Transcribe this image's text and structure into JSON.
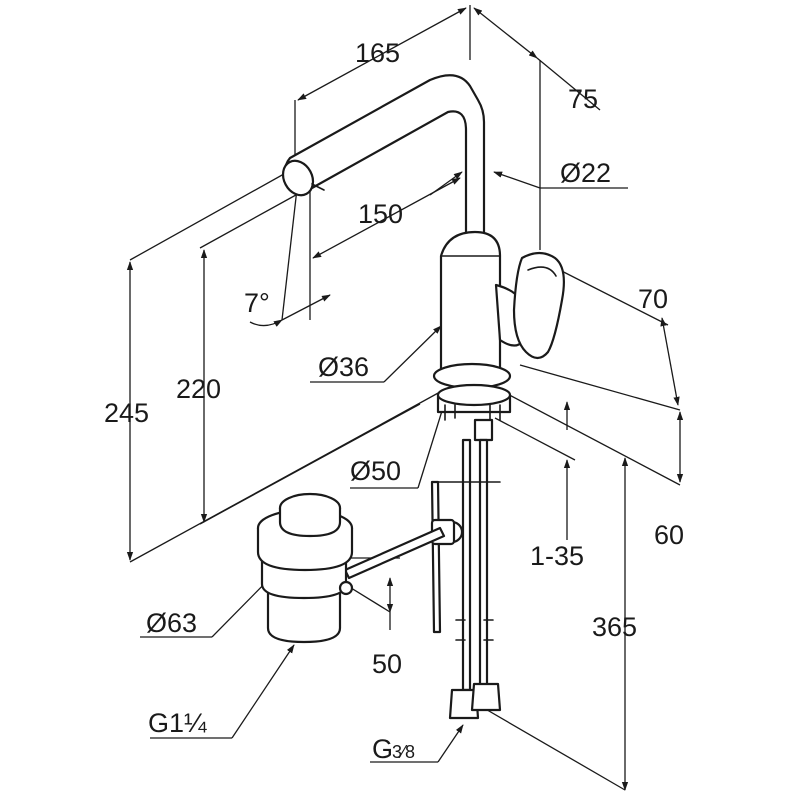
{
  "dimensions": {
    "d165": "165",
    "d75": "75",
    "d22": "Ø22",
    "d150": "150",
    "d7deg": "7°",
    "d245": "245",
    "d220": "220",
    "d36": "Ø36",
    "d70": "70",
    "d50dia": "Ø50",
    "d60": "60",
    "d1_35": "1-35",
    "d63": "Ø63",
    "d50": "50",
    "d365": "365",
    "g114": "G1¼",
    "g38_main": "G",
    "g38_frac": "3⁄8"
  }
}
